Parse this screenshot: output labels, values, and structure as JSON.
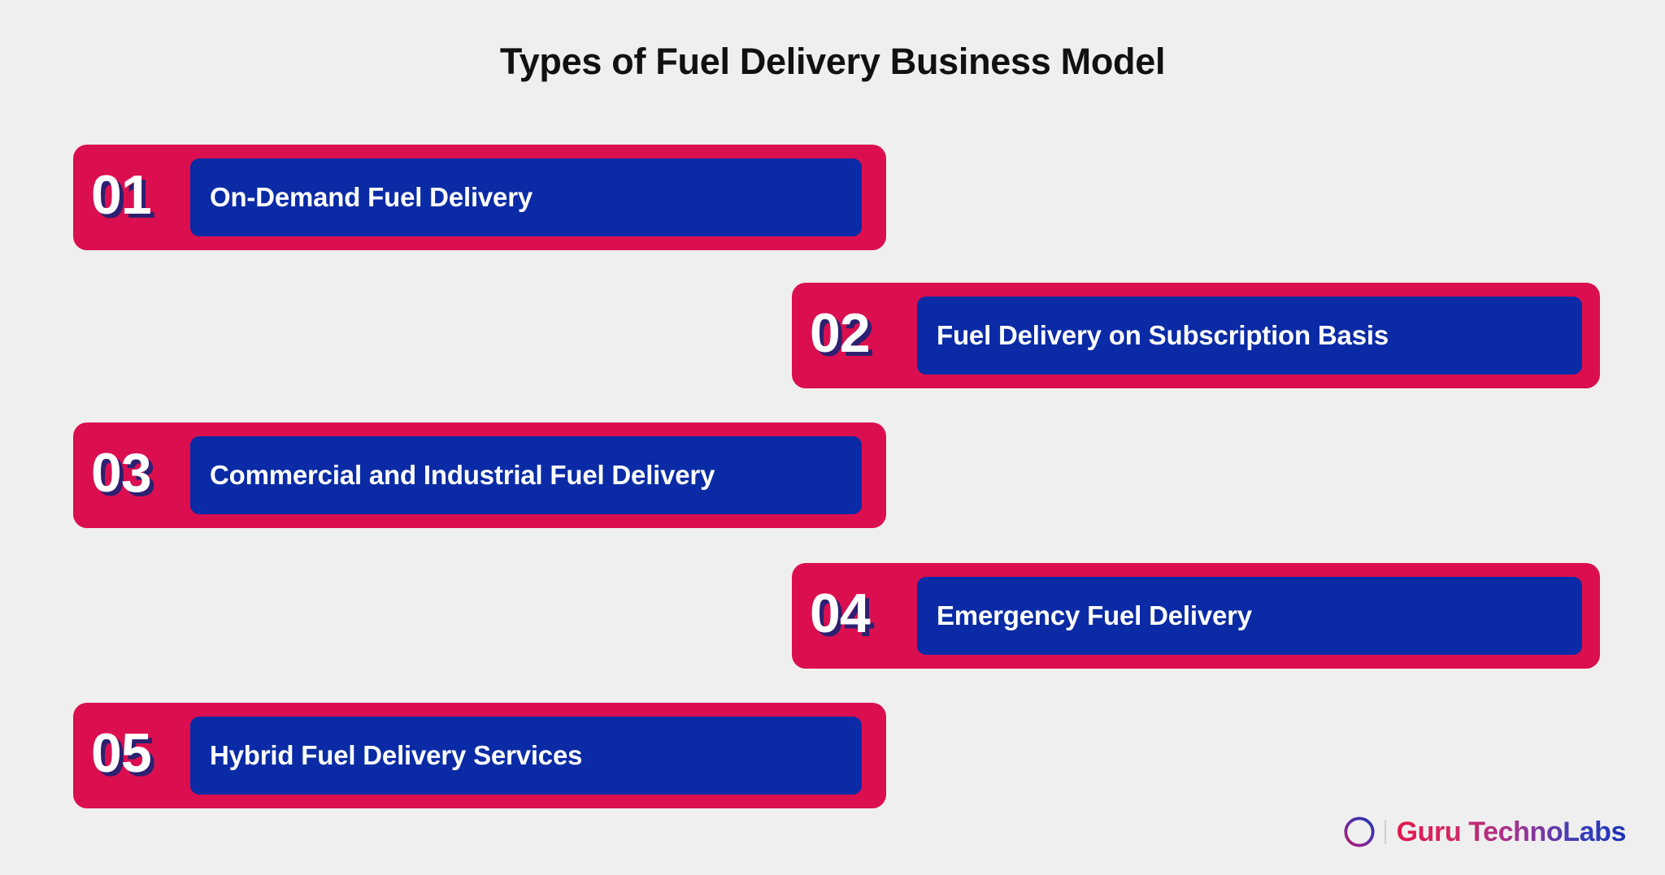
{
  "page": {
    "title": "Types of Fuel Delivery Business Model",
    "background_color": "#efefef",
    "accent_crimson": "#db0f50",
    "accent_blue": "#0a2ba5",
    "number_shadow_color": "#2d2070",
    "text_color": "#ffffff",
    "title_color": "#111111"
  },
  "rows": [
    {
      "number": "01",
      "label": "On-Demand Fuel Delivery",
      "align": "left"
    },
    {
      "number": "02",
      "label": "Fuel Delivery on Subscription Basis",
      "align": "right"
    },
    {
      "number": "03",
      "label": "Commercial and Industrial Fuel Delivery",
      "align": "left"
    },
    {
      "number": "04",
      "label": "Emergency Fuel Delivery",
      "align": "right"
    },
    {
      "number": "05",
      "label": "Hybrid Fuel Delivery Services",
      "align": "left"
    }
  ],
  "logo": {
    "icon_name": "guru-technolabs-monogram-icon",
    "name": "Guru TechnoLabs",
    "gradient_start": "#e3174f",
    "gradient_end": "#1b34b5"
  }
}
